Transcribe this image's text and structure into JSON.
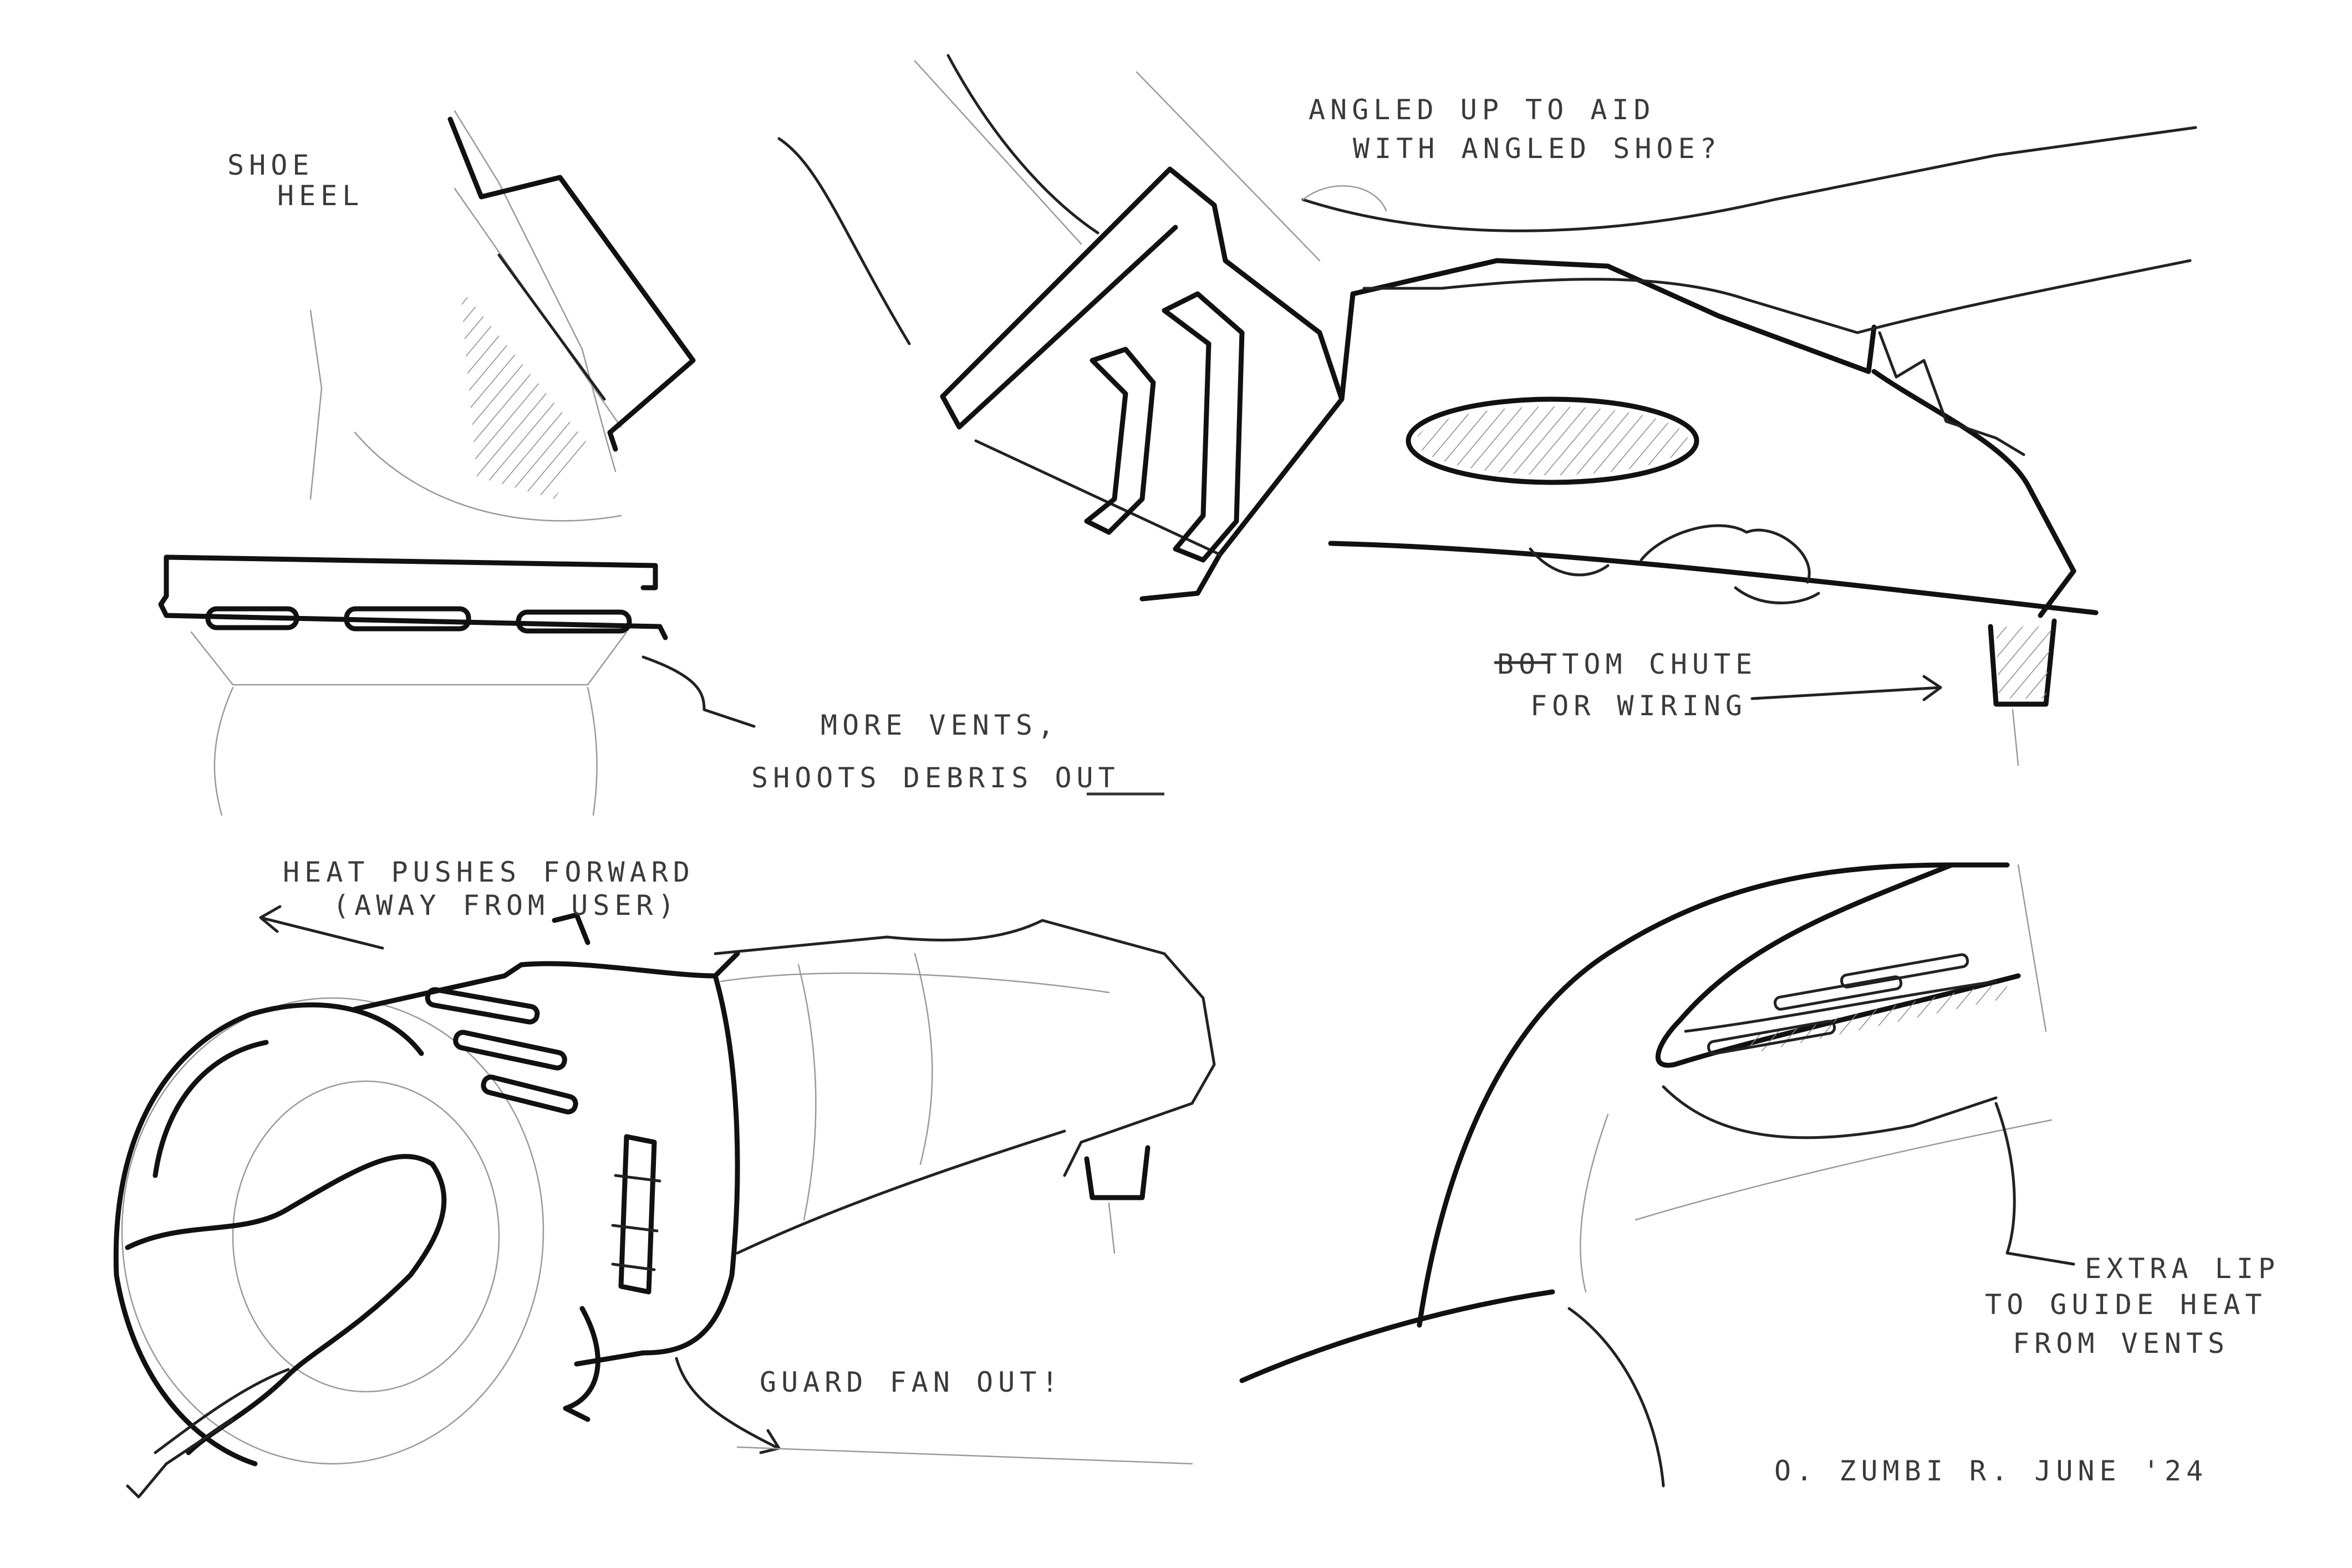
{
  "annotations": {
    "shoe_heel_line1": "SHOE",
    "shoe_heel_line2": "HEEL",
    "more_vents_line1": "MORE VENTS,",
    "more_vents_line2_prefix": "SHOOTS DEBRIS ",
    "more_vents_line2_emphasis": "OUT",
    "angled_up_line1": "ANGLED UP TO AID",
    "angled_up_line2": "WITH ANGLED SHOE?",
    "bottom_chute_line1_struck": "BO",
    "bottom_chute_line1_rest": "TTOM CHUTE",
    "bottom_chute_line2": "FOR WIRING",
    "heat_pushes_line1": "HEAT PUSHES FORWARD",
    "heat_pushes_line2": "(AWAY FROM USER)",
    "guard_fan": "GUARD FAN OUT!",
    "extra_lip_line1": "EXTRA LIP",
    "extra_lip_line2": "TO GUIDE HEAT",
    "extra_lip_line3": "FROM VENTS"
  },
  "signature": "O. ZUMBI R.  JUNE '24",
  "colors": {
    "ink": "#111111",
    "pencil": "#9a9a9a",
    "paper": "#ffffff"
  }
}
